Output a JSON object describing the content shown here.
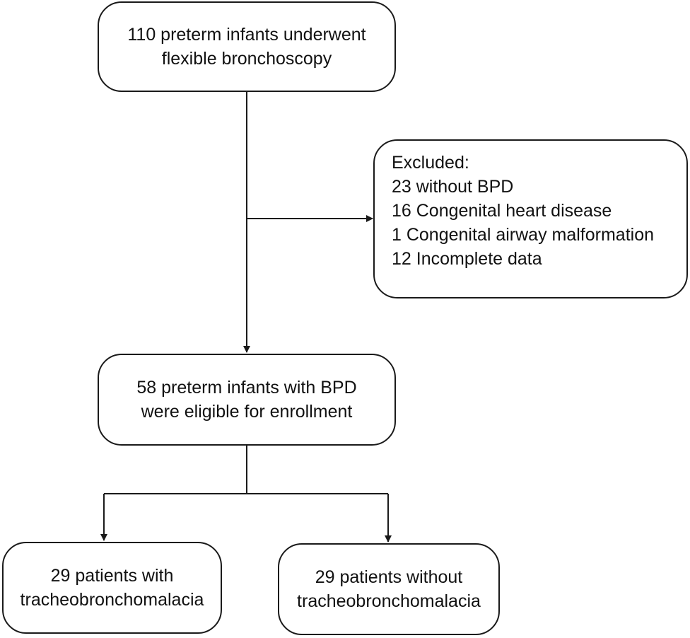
{
  "boxes": {
    "top": {
      "lines": [
        "110 preterm infants underwent",
        "flexible bronchoscopy"
      ]
    },
    "excluded": {
      "lines": [
        "Excluded:",
        "23 without BPD",
        "16 Congenital heart disease",
        "1 Congenital airway malformation",
        "12 Incomplete data"
      ]
    },
    "middle": {
      "lines": [
        "58 preterm infants with BPD",
        "were eligible for enrollment"
      ]
    },
    "bottom_left": {
      "lines": [
        "29 patients with",
        "tracheobronchomalacia"
      ]
    },
    "bottom_right": {
      "lines": [
        "29 patients without",
        "tracheobronchomalacia"
      ]
    }
  }
}
